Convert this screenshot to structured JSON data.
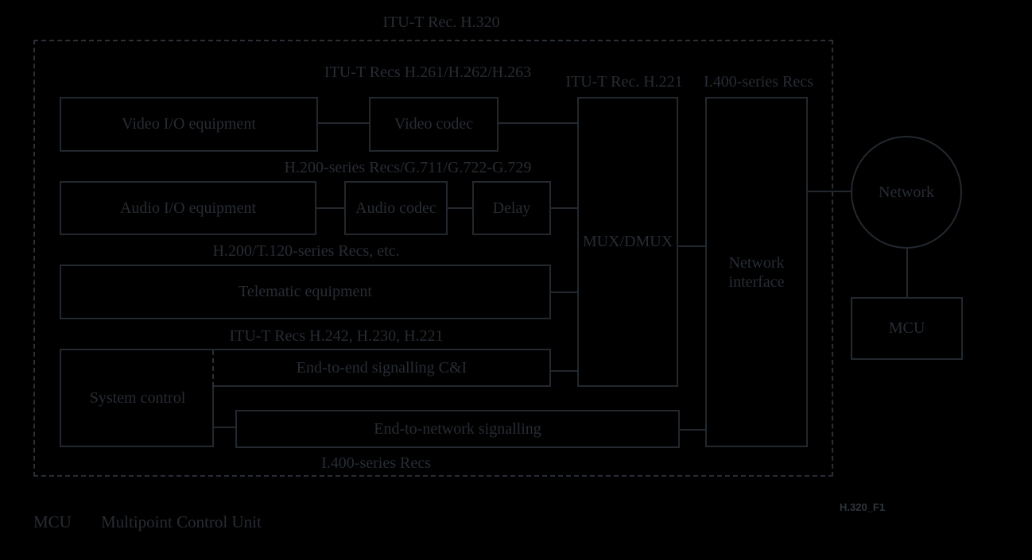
{
  "diagram": {
    "title": "ITU-T Rec. H.320",
    "figure_id": "H.320_F1",
    "colors": {
      "background": "#000000",
      "stroke": "#23282e",
      "dashed_border": "#2a2f35",
      "text": "#272c33",
      "figure_id_text": "#31363c"
    },
    "annotations": {
      "video_row": "ITU-T Recs H.261/H.262/H.263",
      "mux_top": "ITU-T Rec. H.221",
      "network_interface_top": "I.400-series Recs",
      "audio_row": "H.200-series Recs/G.711/G.722-G.729",
      "telematic_row": "H.200/T.120-series Recs, etc.",
      "control_row": "ITU-T Recs H.242, H.230, H.221",
      "network_bottom": "I.400-series Recs"
    },
    "blocks": {
      "video_io": "Video I/O equipment",
      "video_codec": "Video codec",
      "audio_io": "Audio I/O equipment",
      "audio_codec": "Audio codec",
      "delay": "Delay",
      "telematic": "Telematic equipment",
      "system_control": "System control",
      "end_to_end": "End-to-end signalling C&I",
      "end_to_network": "End-to-network signalling",
      "mux": "MUX/DMUX",
      "network_interface": "Network interface",
      "network": "Network",
      "mcu": "MCU"
    },
    "legend": {
      "abbr": "MCU",
      "meaning": "Multipoint Control Unit"
    }
  }
}
